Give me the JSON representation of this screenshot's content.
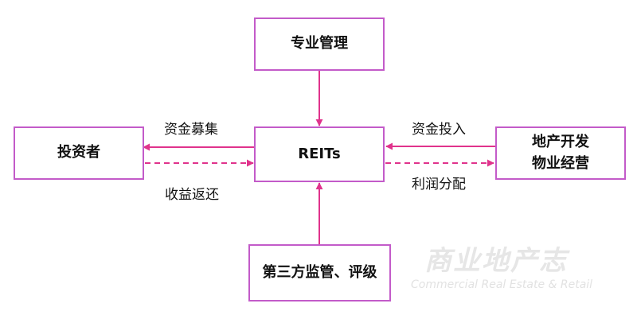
{
  "colors": {
    "border": "#c35bc9",
    "arrow": "#e0338c"
  },
  "nodes": {
    "top": "专业管理",
    "left": "投资者",
    "center": "REITs",
    "right_line1": "地产开发",
    "right_line2": "物业经营",
    "bottom": "第三方监管、评级"
  },
  "edges": {
    "fund_raise": "资金募集",
    "return": "收益返还",
    "fund_input": "资金投入",
    "profit": "利润分配"
  },
  "watermark": {
    "cn": "商业地产志",
    "en": "Commercial  Real Estate & Retail"
  }
}
